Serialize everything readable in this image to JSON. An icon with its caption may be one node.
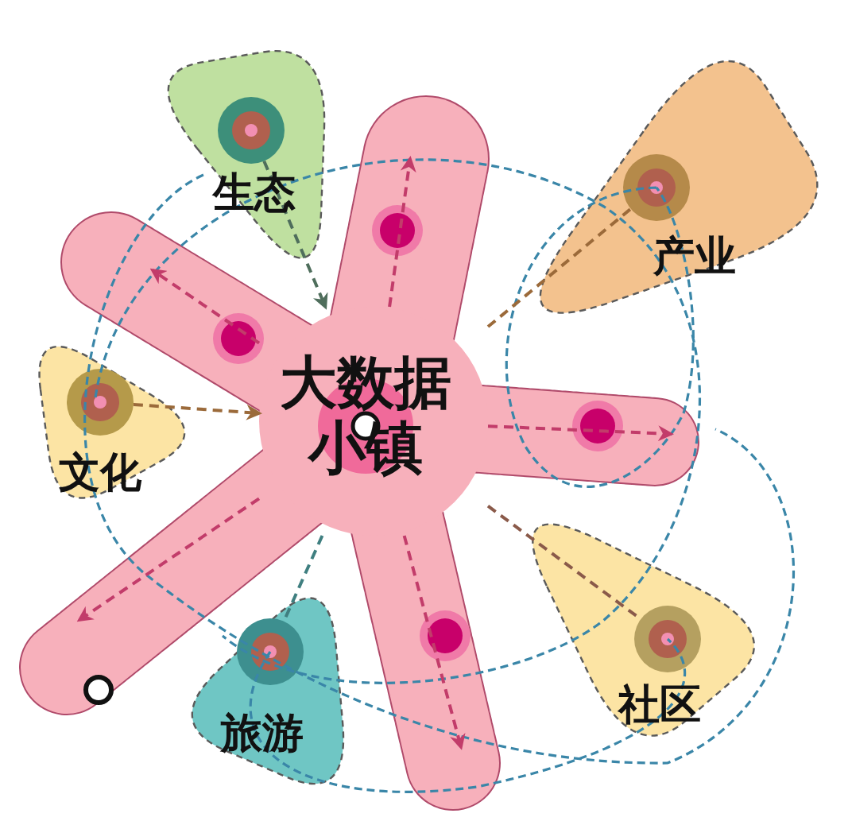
{
  "diagram": {
    "nodes": [
      {
        "text": [
          "生态"
        ]
      },
      {
        "text": [
          "产业"
        ]
      },
      {
        "text": [
          "大数据小镇"
        ]
      },
      {
        "text": [
          "文化"
        ]
      },
      {
        "text": [
          "旅游"
        ]
      },
      {
        "text": [
          "社区"
        ]
      }
    ],
    "edges": [
      {
        "from": 0,
        "to": 2,
        "arrow": "to",
        "style": "dashed",
        "color": "#4f6e5c"
      },
      {
        "from": 2,
        "to": 1,
        "arrow": "none",
        "style": "dashed",
        "color": "#9b6a3a"
      },
      {
        "from": 3,
        "to": 2,
        "arrow": "to",
        "style": "dashed",
        "color": "#9b6a3a"
      },
      {
        "from": 2,
        "to": 4,
        "arrow": "none",
        "style": "dashed",
        "color": "#3f7f80"
      },
      {
        "from": 2,
        "to": 5,
        "arrow": "none",
        "style": "dashed",
        "color": "#8a5a4a"
      },
      {
        "from": 2,
        "to": null,
        "arrow": "to",
        "style": "dashed",
        "color": "#c23c6a"
      },
      {
        "from": 2,
        "to": null,
        "arrow": "to",
        "style": "dashed",
        "color": "#c23c6a"
      },
      {
        "from": 2,
        "to": null,
        "arrow": "to",
        "style": "dashed",
        "color": "#c23c6a"
      },
      {
        "from": 2,
        "to": null,
        "arrow": "to",
        "style": "dashed",
        "color": "#c23c6a"
      },
      {
        "from": 2,
        "to": null,
        "arrow": "to",
        "style": "dashed",
        "color": "#c23c6a"
      }
    ]
  }
}
